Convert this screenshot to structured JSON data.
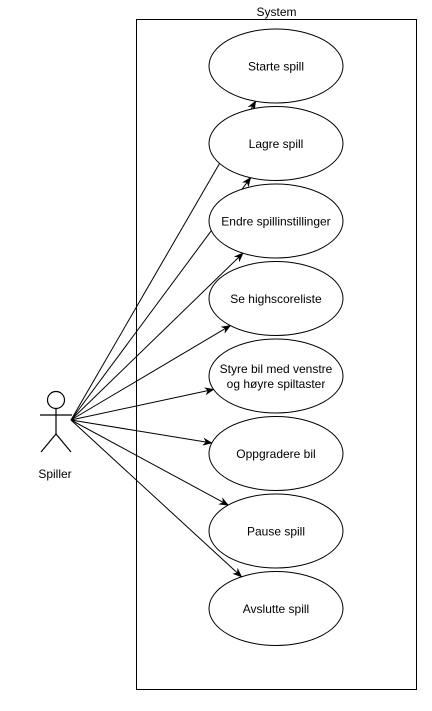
{
  "system": {
    "title": "System"
  },
  "actor": {
    "name": "Spiller"
  },
  "use_cases": [
    {
      "lines": [
        "Starte spill"
      ]
    },
    {
      "lines": [
        "Lagre spill"
      ]
    },
    {
      "lines": [
        "Endre spillinstillinger"
      ]
    },
    {
      "lines": [
        "Se highscoreliste"
      ]
    },
    {
      "lines": [
        "Styre bil med venstre",
        "og høyre spiltaster"
      ]
    },
    {
      "lines": [
        "Oppgradere bil"
      ]
    },
    {
      "lines": [
        "Pause spill"
      ]
    },
    {
      "lines": [
        "Avslutte spill"
      ]
    }
  ],
  "colors": {
    "stroke": "#000000",
    "fill": "#ffffff",
    "background": "#ffffff"
  }
}
